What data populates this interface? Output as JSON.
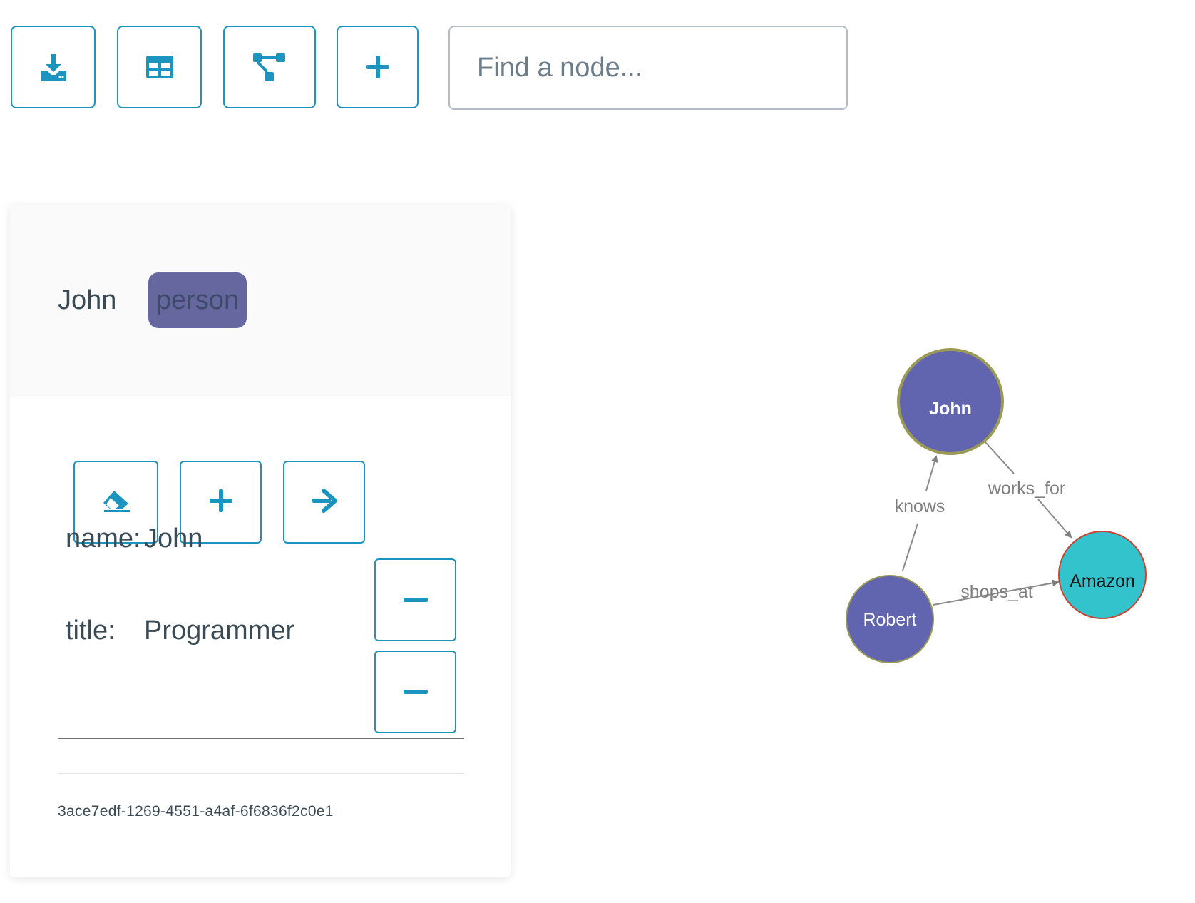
{
  "toolbar": {
    "buttons": [
      {
        "name": "download-button",
        "icon": "download-icon"
      },
      {
        "name": "table-view-button",
        "icon": "table-icon"
      },
      {
        "name": "graph-layout-button",
        "icon": "hierarchy-icon"
      },
      {
        "name": "add-node-button",
        "icon": "plus-icon"
      }
    ],
    "search_placeholder": "Find a node..."
  },
  "panel": {
    "node_name": "John",
    "node_label": "person",
    "actions": [
      {
        "name": "clear-button",
        "icon": "eraser-icon"
      },
      {
        "name": "add-property-button",
        "icon": "plus-icon"
      },
      {
        "name": "go-to-node-button",
        "icon": "arrow-right-icon"
      }
    ],
    "properties": [
      {
        "key": "name:",
        "value": "John"
      },
      {
        "key": "title:",
        "value": "Programmer"
      }
    ],
    "node_id": "3ace7edf-1269-4551-a4af-6f6836f2c0e1"
  },
  "graph": {
    "nodes": [
      {
        "id": "john",
        "label": "John",
        "fill": "#6164ae",
        "stroke": "#9a9a55",
        "text_color": "#ffffff",
        "bold": true
      },
      {
        "id": "robert",
        "label": "Robert",
        "fill": "#6164ae",
        "stroke": "#9a9a55",
        "text_color": "#ffffff",
        "bold": false
      },
      {
        "id": "amazon",
        "label": "Amazon",
        "fill": "#33c3cc",
        "stroke": "#cc4433",
        "text_color": "#111111",
        "bold": false
      }
    ],
    "edges": [
      {
        "label": "knows",
        "from": "robert",
        "to": "john"
      },
      {
        "label": "works_for",
        "from": "john",
        "to": "amazon"
      },
      {
        "label": "shops_at",
        "from": "robert",
        "to": "amazon"
      }
    ]
  },
  "colors": {
    "accent": "#1b95c0",
    "badge": "#6767a0"
  }
}
